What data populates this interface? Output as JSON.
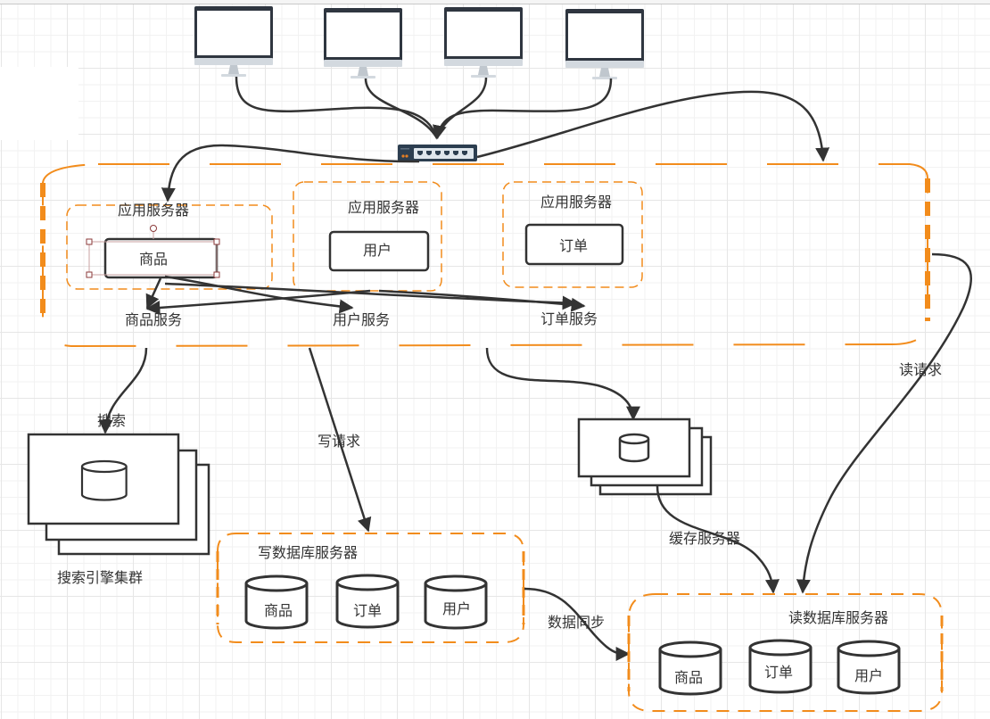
{
  "colors": {
    "accent_orange": "#f28c1c",
    "line_dark": "#333333",
    "monitor_frame": "#2f3640",
    "monitor_stand": "#c9d1d9",
    "switch_body": "#2c3e50",
    "selection_handle": "#8b3a3a"
  },
  "clients": [
    {
      "icon": "monitor-icon"
    },
    {
      "icon": "monitor-icon"
    },
    {
      "icon": "monitor-icon"
    },
    {
      "icon": "monitor-icon"
    }
  ],
  "switch": {
    "icon": "network-switch-icon"
  },
  "app_cluster": {
    "servers": [
      {
        "title": "应用服务器",
        "module": "商品"
      },
      {
        "title": "应用服务器",
        "module": "用户"
      },
      {
        "title": "应用服务器",
        "module": "订单"
      }
    ],
    "services": [
      "商品服务",
      "用户服务",
      "订单服务"
    ]
  },
  "search": {
    "edge_label": "搜索",
    "cluster_label": "搜索引擎集群"
  },
  "write": {
    "edge_label": "写请求",
    "title": "写数据库服务器",
    "dbs": [
      "商品",
      "订单",
      "用户"
    ]
  },
  "cache": {
    "label": "缓存服务器"
  },
  "read": {
    "edge_label": "读请求",
    "title": "读数据库服务器",
    "dbs": [
      "商品",
      "订单",
      "用户"
    ]
  },
  "sync": {
    "edge_label": "数据同步"
  }
}
